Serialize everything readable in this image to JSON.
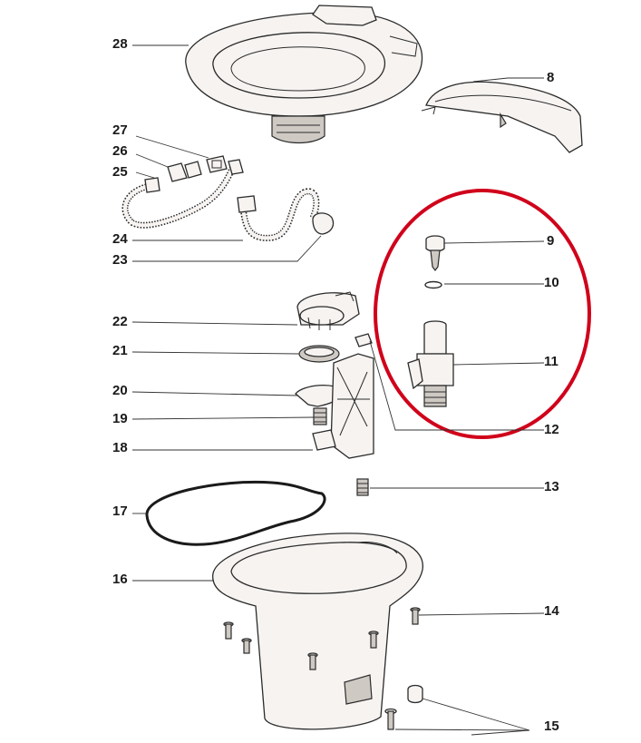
{
  "callouts": {
    "p28": "28",
    "p8": "8",
    "p27": "27",
    "p26": "26",
    "p25": "25",
    "p24": "24",
    "p23": "23",
    "p9": "9",
    "p10": "10",
    "p11": "11",
    "p22": "22",
    "p21": "21",
    "p20": "20",
    "p19": "19",
    "p18": "18",
    "p12": "12",
    "p13": "13",
    "p17": "17",
    "p16": "16",
    "p14": "14",
    "p15": "15"
  },
  "colors": {
    "highlight_ring": "#d0021b",
    "line": "#2b2b2b",
    "part_fill": "#f6f3f1"
  }
}
